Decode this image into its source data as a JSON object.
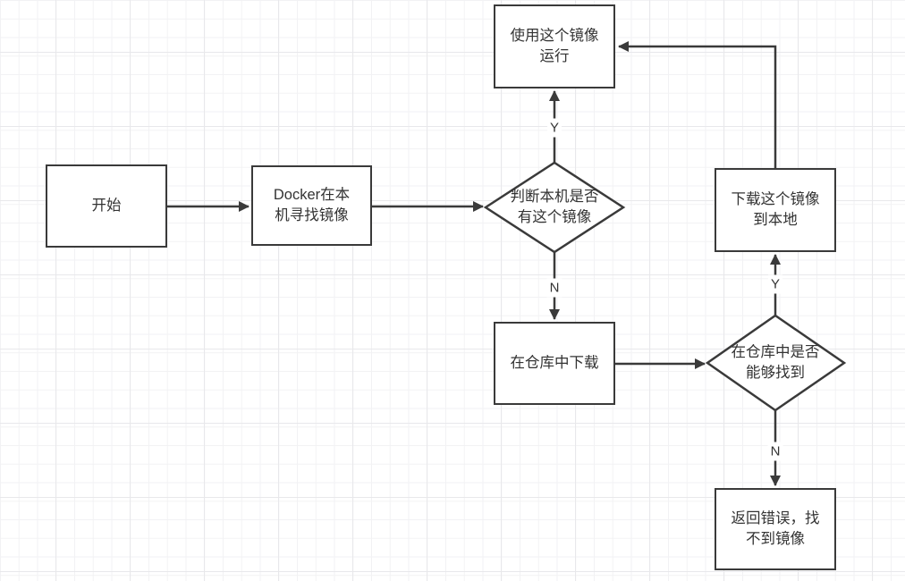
{
  "nodes": {
    "start": {
      "label": "开始"
    },
    "docker_search": {
      "label": "Docker在本\n机寻找镜像"
    },
    "use_image": {
      "label": "使用这个镜像\n运行"
    },
    "local_decision": {
      "label": "判断本机是否\n有这个镜像"
    },
    "download_repo": {
      "label": "在仓库中下载"
    },
    "repo_decision": {
      "label": "在仓库中是否\n能够找到"
    },
    "download_local": {
      "label": "下载这个镜像\n到本地"
    },
    "error": {
      "label": "返回错误，找\n不到镜像"
    }
  },
  "edge_labels": {
    "local_yes": "Y",
    "local_no": "N",
    "repo_yes": "Y",
    "repo_no": "N"
  },
  "colors": {
    "background": "#ffffff",
    "stroke": "#3a3a3a",
    "text": "#333333",
    "grid_minor": "#f2f2f4",
    "grid_major": "#e8e8eb"
  }
}
